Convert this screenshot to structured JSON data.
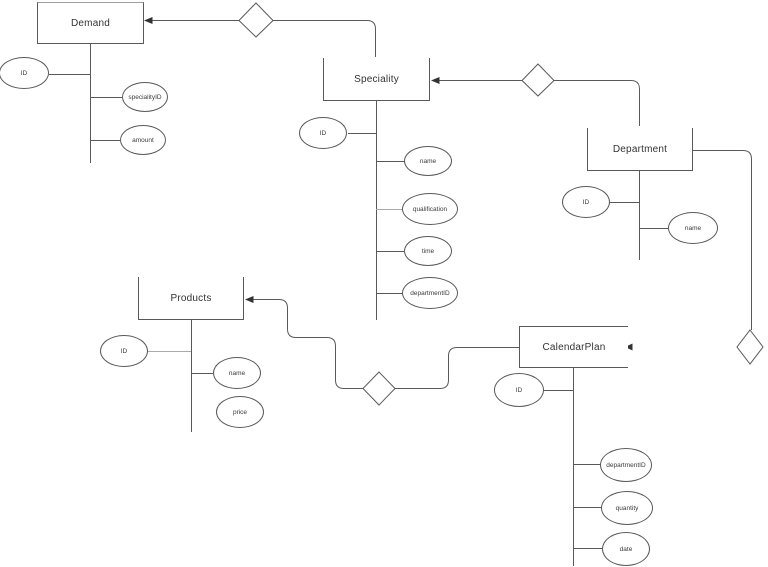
{
  "colors": {
    "line": "#595959",
    "light_line": "#ababab",
    "text": "#333333",
    "background": "#ffffff"
  },
  "entities": {
    "demand": {
      "title": "Demand",
      "attributes": {
        "id": "ID",
        "specialityID": "specialityID",
        "amount": "amount"
      }
    },
    "speciality": {
      "title": "Speciality",
      "attributes": {
        "id": "ID",
        "name": "name",
        "qualification": "qualification",
        "time": "time",
        "departmentID": "departmentID"
      }
    },
    "department": {
      "title": "Department",
      "attributes": {
        "id": "ID",
        "name": "name"
      }
    },
    "products": {
      "title": "Products",
      "attributes": {
        "id": "ID",
        "name": "name",
        "price": "price"
      }
    },
    "calendarPlan": {
      "title": "CalendarPlan",
      "attributes": {
        "id": "ID",
        "departmentID": "departmentID",
        "quantity": "quantity",
        "date": "date"
      }
    }
  },
  "relationships": [
    {
      "from": "Demand",
      "to": "Speciality",
      "label": ""
    },
    {
      "from": "Speciality",
      "to": "Department",
      "label": ""
    },
    {
      "from": "Department",
      "to": "CalendarPlan",
      "label": ""
    },
    {
      "from": "Products",
      "to": "CalendarPlan",
      "label": ""
    }
  ]
}
